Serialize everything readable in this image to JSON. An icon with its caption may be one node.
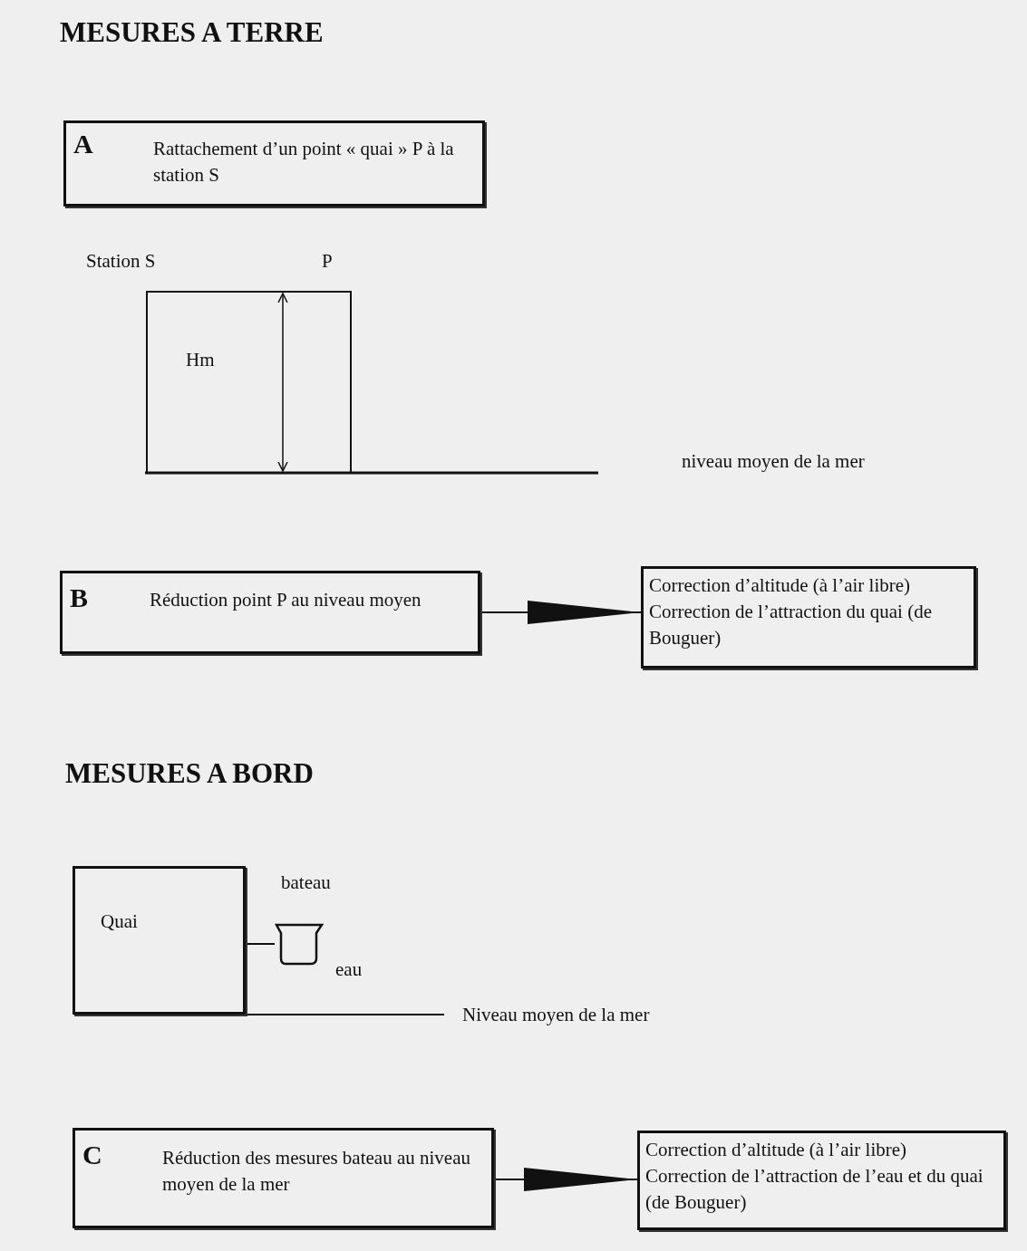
{
  "diagram": {
    "nodes": [
      {
        "text": [
          "A",
          "Rattachement d’un point « quai » P à la station S"
        ]
      },
      {
        "text": [
          "B",
          "Réduction point P au niveau moyen"
        ]
      },
      {
        "text": [
          "Correction d’altitude (à l’air libre)",
          "Correction de l’attraction du quai (de Bouguer)"
        ]
      },
      {
        "text": [
          "Quai"
        ]
      },
      {
        "text": [],
        "shape": "boat",
        "beside": [
          "bateau",
          "eau"
        ]
      },
      {
        "text": [
          "C",
          "Réduction des mesures bateau au niveau moyen de la mer"
        ]
      },
      {
        "text": [
          "Correction d’altitude (à l’air libre)",
          "Correction de l’attraction de l’eau et du quai (de Bouguer)"
        ]
      }
    ],
    "edges": [
      {
        "from": 1,
        "to": 2,
        "arrow": "to"
      },
      {
        "from": 3,
        "to": 4,
        "arrow": "none"
      },
      {
        "from": 5,
        "to": 6,
        "arrow": "to"
      }
    ],
    "labels": [
      "MESURES A TERRE",
      "Station S",
      "P",
      "Hm",
      "niveau moyen de la mer",
      "MESURES A BORD",
      "Niveau moyen de la mer"
    ]
  }
}
